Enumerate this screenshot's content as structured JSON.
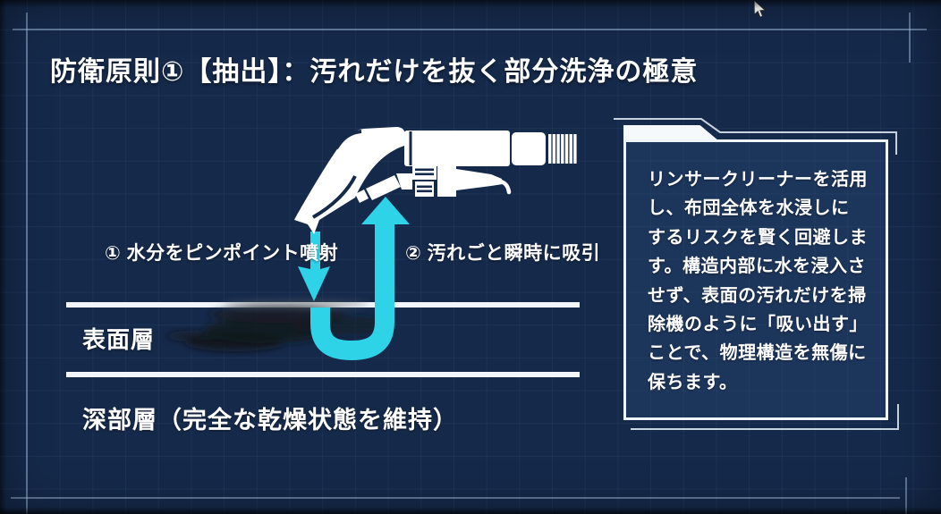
{
  "slide": {
    "title": "防衛原則①【抽出】：汚れだけを抜く部分洗浄の極意"
  },
  "diagram": {
    "spray_label": "① 水分をピンポイント噴射",
    "suction_label": "② 汚れごと瞬時に吸引",
    "surface_layer_label": "表面層",
    "deep_layer_label": "深部層（完全な乾燥状態を維持）",
    "icons": {
      "nozzle": "extraction-cleaner-nozzle-icon",
      "spray_arrow": "down-arrow-icon",
      "suction_arrow": "u-turn-up-arrow-icon",
      "stain": "dirt-smudge",
      "cursor": "mouse-cursor-icon"
    }
  },
  "info_box": {
    "text": "リンサークリーナーを活用し、布団全体を水浸しにするリスクを賢く回避します。構造内部に水を浸入させず、表面の汚れだけを掃除機のように「吸い出す」ことで、物理構造を無傷に保ちます。"
  },
  "colors": {
    "background": "#15294a",
    "accent_cyan": "#2ed3e8",
    "line_white": "#f2f6fa",
    "frame_line": "#a8c6e4"
  }
}
